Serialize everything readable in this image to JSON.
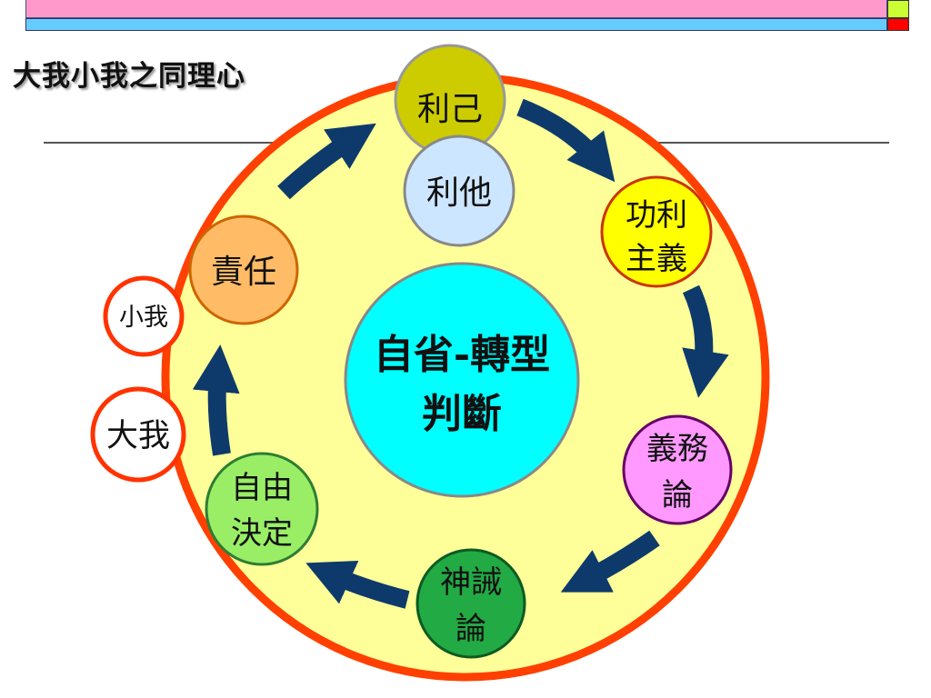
{
  "title": "大我小我之同理心",
  "center": {
    "line1": "自省-轉型",
    "line2": "判斷"
  },
  "nodes": {
    "liji": "利己",
    "lita": "利他",
    "gongli": {
      "line1": "功利",
      "line2": "主義"
    },
    "yiwu": {
      "line1": "義務",
      "line2": "論"
    },
    "shencheng": {
      "line1": "神誡",
      "line2": "論"
    },
    "ziyou": {
      "line1": "自由",
      "line2": "決定"
    },
    "zeren": "責任"
  },
  "side_labels": {
    "small_self": "小我",
    "big_self": "大我"
  },
  "colors": {
    "ring_fill": "#ffff99",
    "ring_border": "#ff4000",
    "arrow": "#0e3a6b",
    "center": "#00ffff",
    "liji": "#cccc00",
    "lita": "#cce6ff",
    "gongli": "#ffff00",
    "yiwu": "#ff99ff",
    "shencheng": "#22aa44",
    "ziyou": "#99ee66",
    "zeren": "#ffbb66"
  }
}
